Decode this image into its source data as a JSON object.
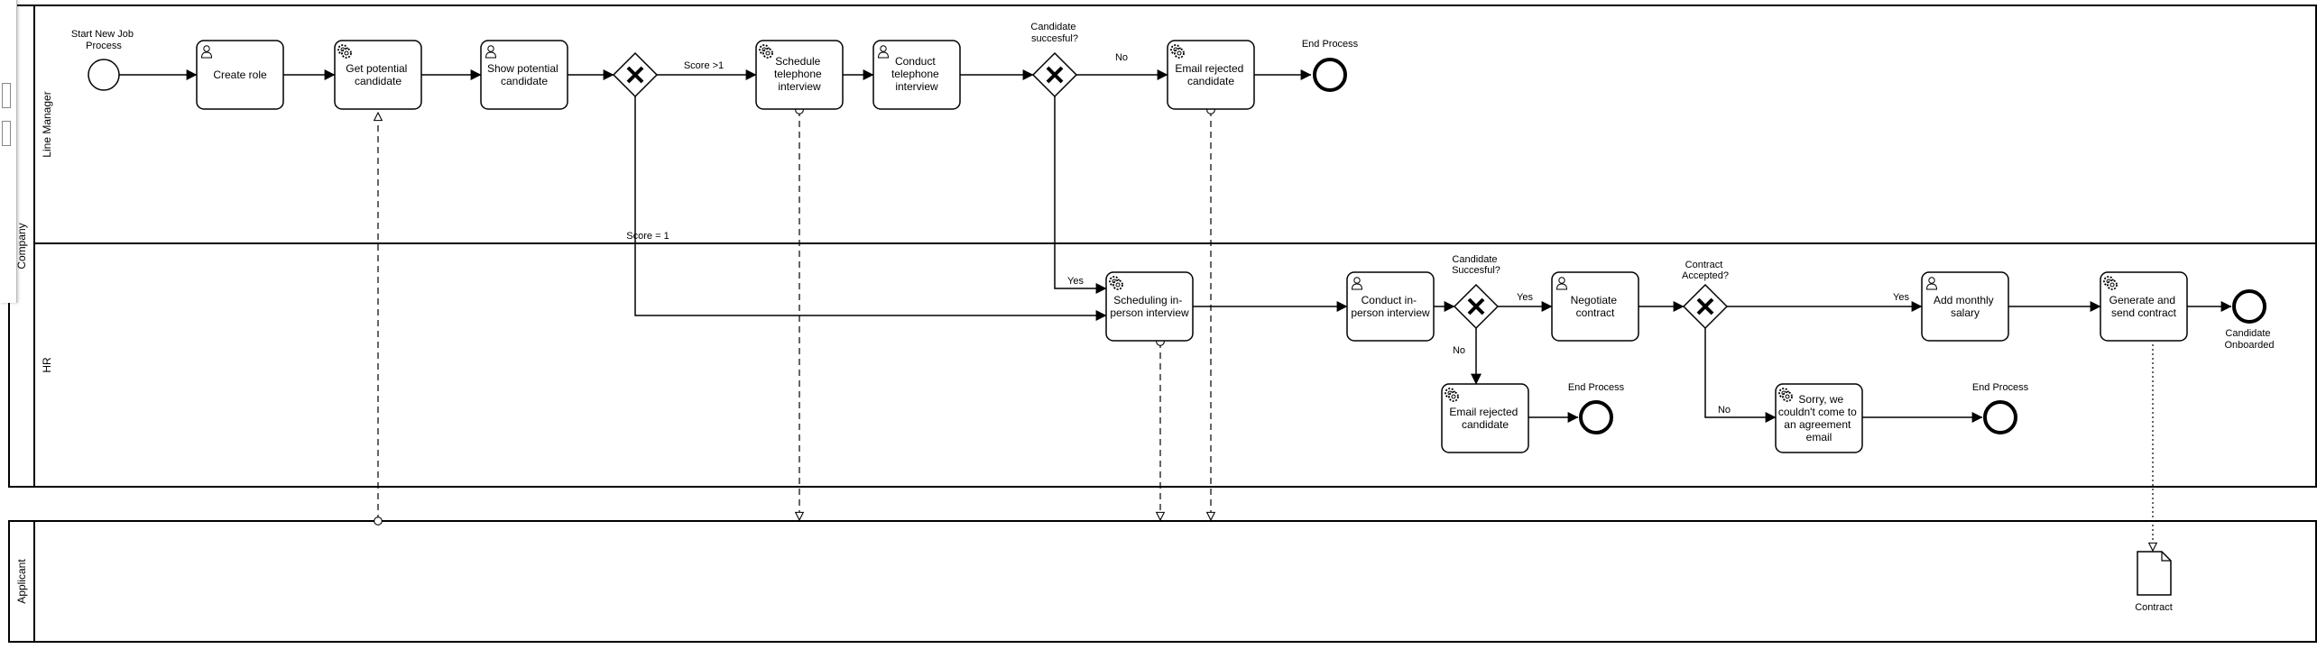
{
  "pools": {
    "company": "Company",
    "applicant": "Applicant"
  },
  "lanes": {
    "line_manager": "Line Manager",
    "hr": "HR"
  },
  "events": {
    "start": [
      "Start New Job",
      "Process"
    ],
    "end_lm": [
      "End Process"
    ],
    "end_hr_rejected": [
      "End Process"
    ],
    "end_hr_no_agreement": [
      "End Process"
    ],
    "end_onboarded": [
      "Candidate",
      "Onboarded"
    ]
  },
  "tasks": {
    "create_role": [
      "Create role"
    ],
    "get_candidate": [
      "Get potential",
      "candidate"
    ],
    "show_candidate": [
      "Show potential",
      "candidate"
    ],
    "schedule_phone": [
      "Schedule",
      "telephone",
      "interview"
    ],
    "conduct_phone": [
      "Conduct",
      "telephone",
      "interview"
    ],
    "email_rejected_lm": [
      "Email rejected",
      "candidate"
    ],
    "schedule_inperson": [
      "Scheduling in-",
      "person interview"
    ],
    "conduct_inperson": [
      "Conduct in-",
      "person interview"
    ],
    "negotiate": [
      "Negotiate",
      "contract"
    ],
    "email_rejected_hr": [
      "Email rejected",
      "candidate"
    ],
    "add_salary": [
      "Add monthly",
      "salary"
    ],
    "generate_contract": [
      "Generate and",
      "send contract"
    ],
    "sorry_email": [
      "Sorry, we",
      "couldn't come to",
      "an agreement",
      "email"
    ]
  },
  "gateways": {
    "candidate_successful_lm": [
      "Candidate",
      "succesful?"
    ],
    "candidate_successful_hr": [
      "Candidate",
      "Succesful?"
    ],
    "contract_accepted": [
      "Contract",
      "Accepted?"
    ]
  },
  "flow_labels": {
    "score_gt1": "Score >1",
    "score_eq1": "Score = 1",
    "no_lm": "No",
    "yes_lm": "Yes",
    "yes_hr": "Yes",
    "no_hr": "No",
    "yes_contract": "Yes",
    "no_contract": "No"
  },
  "data_object": {
    "label": "Contract"
  },
  "icons": {
    "service_task": "gear-icon",
    "user_task": "user-icon",
    "gateway": "exclusive-gateway-x-icon",
    "data_object": "document-icon"
  },
  "colors": {
    "stroke": "#000000",
    "background": "#ffffff"
  }
}
